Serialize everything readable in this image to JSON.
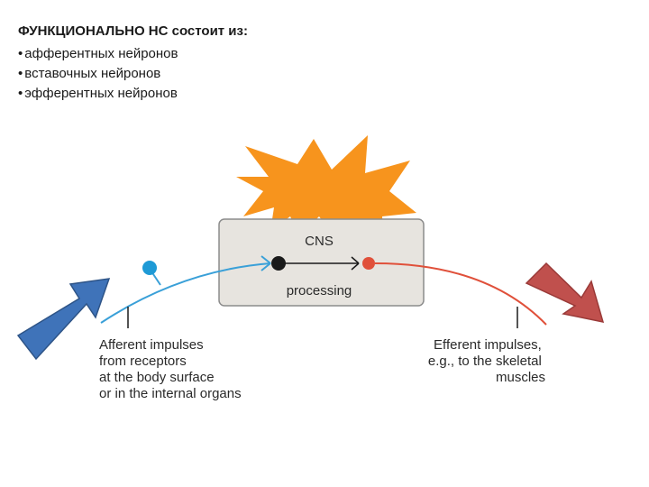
{
  "slide": {
    "heading": "ФУНКЦИОНАЛЬНО НС состоит из:",
    "bullets": [
      "афферентных нейронов",
      "вставочных нейронов",
      "эфферентных нейронов"
    ]
  },
  "diagram": {
    "cns_label": "CNS",
    "processing_label": "processing",
    "afferent_lines": [
      "Afferent impulses",
      "from receptors",
      "at the body surface",
      "or in the internal organs"
    ],
    "efferent_lines": [
      "Efferent impulses,",
      "e.g., to the skeletal",
      "muscles"
    ],
    "colors": {
      "starburst": "#f7941d",
      "afferent": "#3aa0d8",
      "efferent": "#e0503a",
      "cns_box": "#e7e4df",
      "arrow_in": "#3f73b9",
      "arrow_out": "#c0504d"
    }
  }
}
